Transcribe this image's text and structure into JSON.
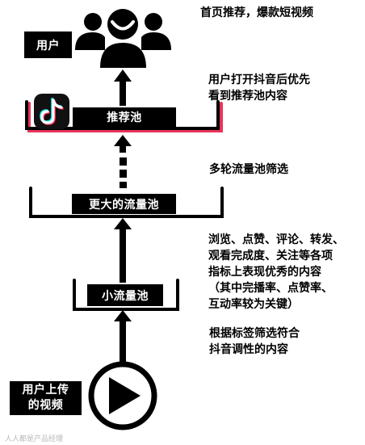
{
  "boxes": {
    "user": "用户",
    "recommend_pool": "推荐池",
    "bigger_pool": "更大的流量池",
    "small_pool": "小流量池",
    "upload": [
      "用户上传",
      "的视频"
    ]
  },
  "notes": {
    "homepage": "首页推荐，爆款短视频",
    "open_app": [
      "用户打开抖音后优先",
      "看到推荐池内容"
    ],
    "multi_round": "多轮流量池筛选",
    "metrics": [
      "浏览、点赞、评论、转发、",
      "观看完成度、关注等各项",
      "指标上表现优秀的内容",
      "（其中完播率、点赞率、",
      "互动率较为关键）"
    ],
    "tag_filter": [
      "根据标签筛选符合",
      "抖音调性的内容"
    ]
  },
  "watermark": "人人都是产品经理",
  "icons": [
    "users-group-icon",
    "tiktok-logo-icon",
    "play-icon"
  ],
  "colors": {
    "ink": "#000000",
    "accent": "#e8345a",
    "tiktok_cyan": "#25f4ee"
  }
}
